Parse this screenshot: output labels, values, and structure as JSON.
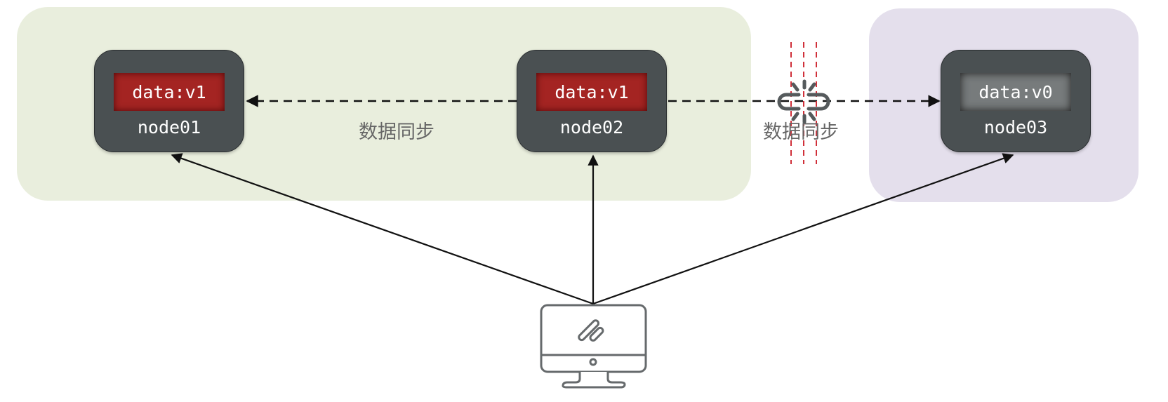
{
  "diagram": {
    "title": "",
    "regions": [
      {
        "id": "partition-a",
        "color": "#e9eedd"
      },
      {
        "id": "partition-b",
        "color": "#e4dfec"
      }
    ],
    "nodes": [
      {
        "name": "node01",
        "data": "data:v1",
        "state": "v1"
      },
      {
        "name": "node02",
        "data": "data:v1",
        "state": "v1"
      },
      {
        "name": "node03",
        "data": "data:v0",
        "state": "v0"
      }
    ],
    "edges": [
      {
        "from": "node02",
        "to": "node01",
        "style": "dashed",
        "label": "数据同步"
      },
      {
        "from": "node02",
        "to": "node03",
        "style": "dashed",
        "label": "数据同步",
        "broken": true
      },
      {
        "from": "client",
        "to": "node01",
        "style": "solid"
      },
      {
        "from": "client",
        "to": "node02",
        "style": "solid"
      },
      {
        "from": "client",
        "to": "node03",
        "style": "solid"
      }
    ],
    "client": {
      "icon": "desktop-monitor-icon"
    },
    "partition_marker": {
      "icon": "broken-link-icon",
      "color": "#d0303a"
    },
    "colors": {
      "node_bg": "#4a5052",
      "badge_fresh": "#a42422",
      "badge_stale": "#777b7c",
      "label": "#666666"
    }
  }
}
